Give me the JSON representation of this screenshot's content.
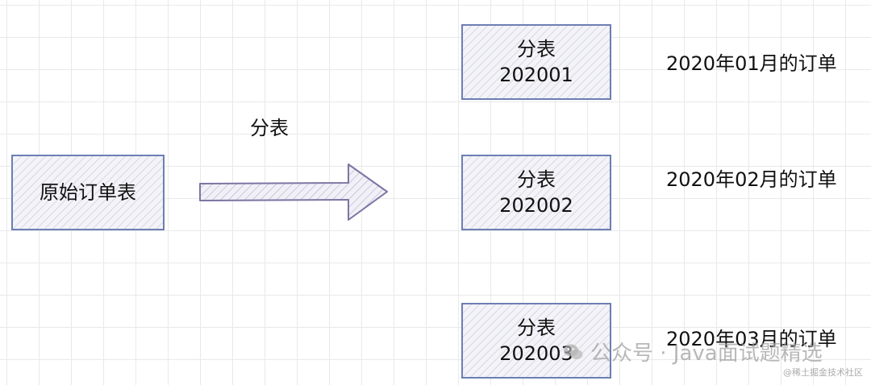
{
  "source_box": {
    "label": "原始订单表"
  },
  "arrow": {
    "label": "分表"
  },
  "targets": [
    {
      "line1": "分表",
      "line2": "202001",
      "note": "2020年01月的订单"
    },
    {
      "line1": "分表",
      "line2": "202002",
      "note": "2020年02月的订单"
    },
    {
      "line1": "分表",
      "line2": "202003",
      "note": "2020年03月的订单"
    }
  ],
  "watermark": {
    "text": "公众号 · Java面试题精选",
    "icon": "wechat-icon",
    "site": "@稀土掘金技术社区"
  }
}
